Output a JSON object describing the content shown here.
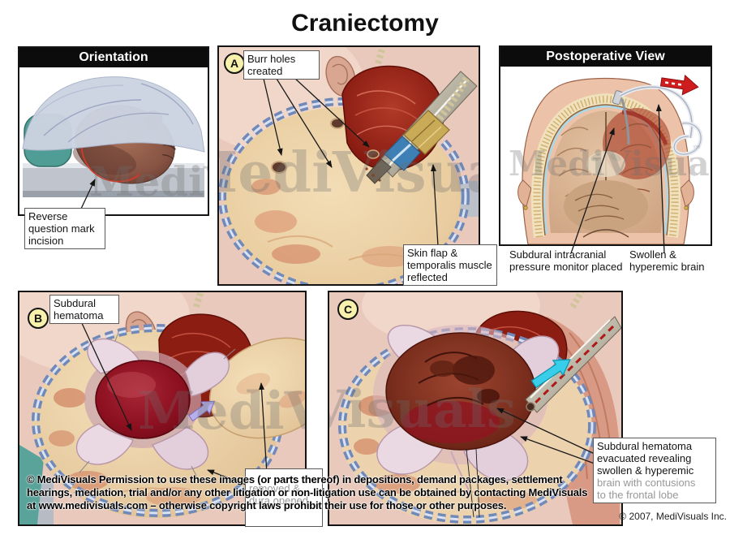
{
  "title": "Craniectomy",
  "watermark": {
    "text": "MediVisuals",
    "tm": "™"
  },
  "panels": {
    "orientation": {
      "header": "Orientation",
      "incision_label": "Reverse question mark incision"
    },
    "burr": {
      "badge": "A",
      "burr_label": "Burr holes created",
      "flap_label": "Skin flap & temporalis muscle reflected"
    },
    "postop": {
      "header": "Postoperative View",
      "monitor_label": "Subdural intracranial pressure monitor placed",
      "swollen_label": "Swollen & hyperemic brain"
    },
    "hematoma": {
      "badge": "B",
      "hematoma_label": "Subdural hematoma",
      "dura_label_lines": [
        "removed &",
        "dura opened"
      ]
    },
    "evacuated": {
      "badge": "C",
      "label_lines": [
        "Subdural hematoma",
        "evacuated revealing",
        "swollen & hyperemic",
        "brain with contusions",
        "to the frontal lobe"
      ]
    }
  },
  "footer": {
    "line1": "© MediVisuals Permission to use these images (or parts thereof) in depositions, demand packages, settlement",
    "line2": "hearings, mediation, trial and/or any other litigation or non-litigation use can be obtained by contacting MediVisuals",
    "line3": "at www.medivisuals.com – otherwise copyright laws prohibit their use for those or other purposes.",
    "credit": "© 2007, MediVisuals Inc."
  },
  "colors": {
    "accent_red": "#cf1d1d",
    "clip_blue": "#7089b8",
    "badge_yellow": "#f7f1ac",
    "bone": "#eed3a9",
    "hematoma_red": "#8c1020"
  }
}
